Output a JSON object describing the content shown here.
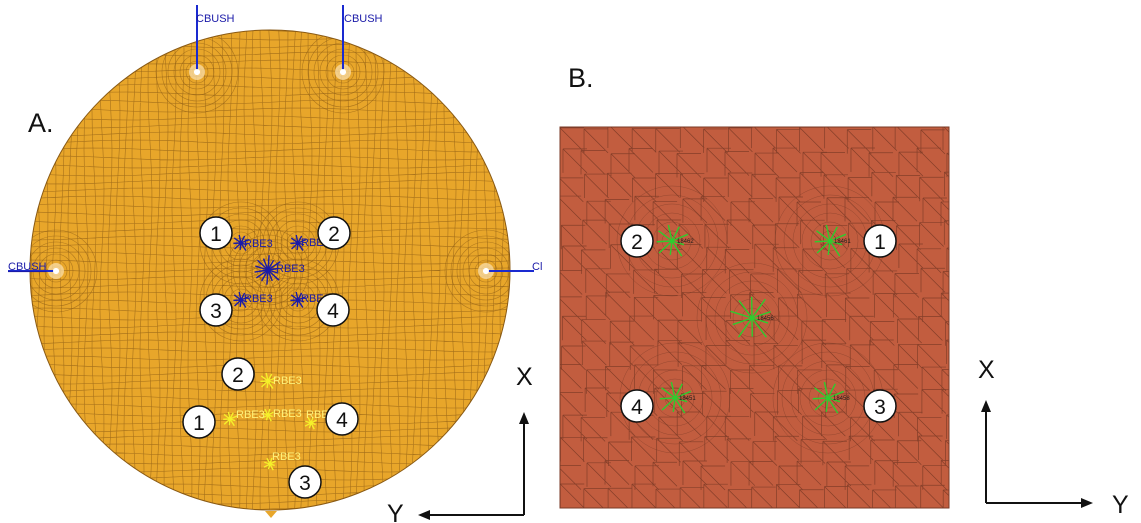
{
  "panels": {
    "a": {
      "label": "A."
    },
    "b": {
      "label": "B."
    }
  },
  "cbush": {
    "top_left": "CBUSH",
    "top_right": "CBUSH",
    "left": "CBUSH",
    "right": "Cl"
  },
  "rbe3_blue": {
    "p1": "RBE3",
    "p2": "RBE3",
    "center": "RBE3",
    "p3": "RBE3",
    "p4": "RBE3"
  },
  "rbe3_yellow": {
    "p2": "RBE3",
    "p1": "RBE3",
    "center": "RBE3",
    "p4": "RBE3",
    "p3": "RBE3"
  },
  "markers_a_blue": {
    "m1": "1",
    "m2": "2",
    "m3": "3",
    "m4": "4"
  },
  "markers_a_yellow": {
    "m1": "1",
    "m2": "2",
    "m3": "3",
    "m4": "4"
  },
  "nodes_b": {
    "n1": "18461",
    "n2": "18462",
    "center": "18456",
    "n3": "18458",
    "n4": "18451"
  },
  "markers_b": {
    "m1": "1",
    "m2": "2",
    "m3": "3",
    "m4": "4"
  },
  "axes_a": {
    "vertical": "X",
    "horizontal": "Y"
  },
  "axes_b": {
    "vertical": "X",
    "horizontal": "Y"
  },
  "colors": {
    "disk_fill": "#e8a62a",
    "disk_mesh": "#8a5a14",
    "plate_fill": "#c25d3f",
    "plate_mesh": "#7a3a26",
    "rbe_blue": "#1a1aa8",
    "rbe_yellow": "#f5f02a",
    "rbe_green": "#2ecc2e",
    "cbush_line": "#1a2ad0"
  }
}
